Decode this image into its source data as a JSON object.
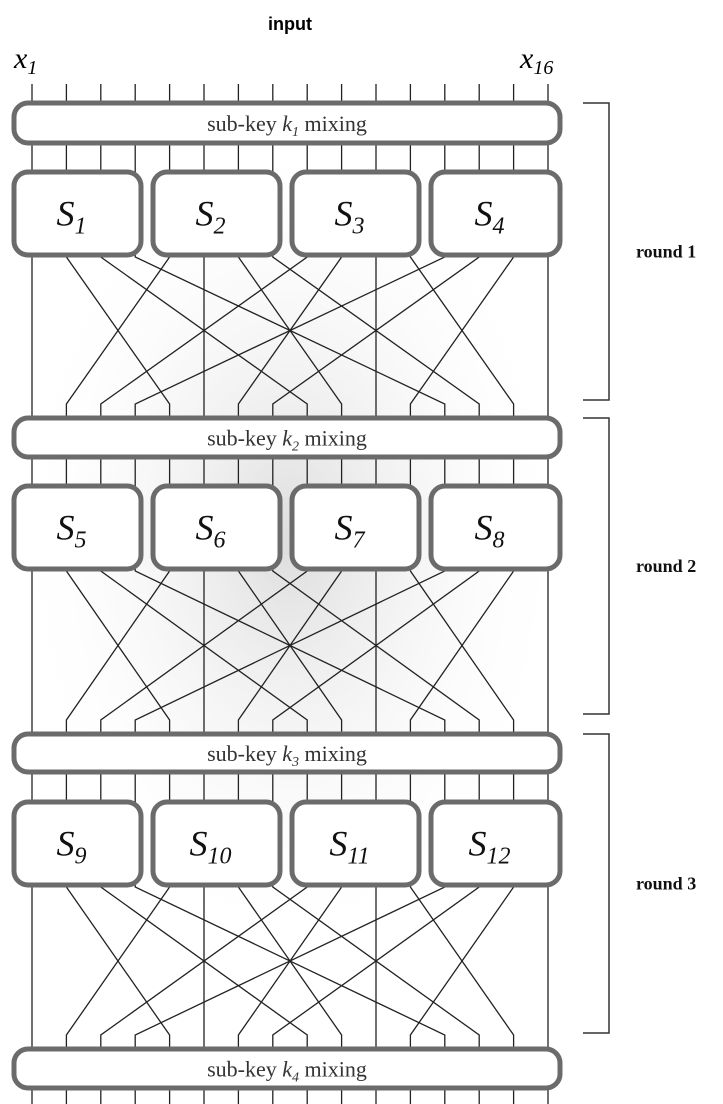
{
  "input_label": "input",
  "x_first": {
    "base": "x",
    "sub": "1"
  },
  "x_last": {
    "base": "x",
    "sub": "16"
  },
  "mix_pre": "sub-key",
  "mix_post": "mixing",
  "mixing": [
    {
      "k": "k",
      "sub": "1"
    },
    {
      "k": "k",
      "sub": "2"
    },
    {
      "k": "k",
      "sub": "3"
    },
    {
      "k": "k",
      "sub": "4"
    }
  ],
  "sboxes": [
    [
      "1",
      "2",
      "3",
      "4"
    ],
    [
      "5",
      "6",
      "7",
      "8"
    ],
    [
      "9",
      "10",
      "11",
      "12"
    ]
  ],
  "sbox_symbol": "S",
  "rounds": [
    "round 1",
    "round 2",
    "round 3"
  ]
}
